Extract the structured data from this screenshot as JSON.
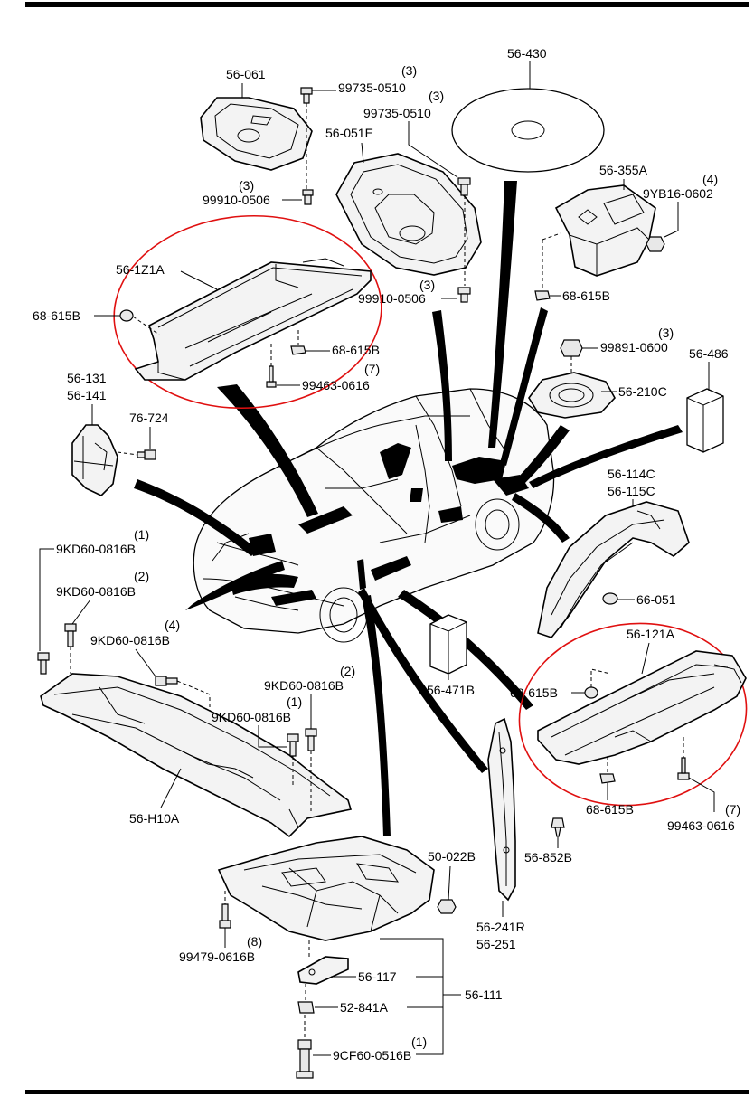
{
  "diagram": {
    "labels": {
      "p56_061": "56-061",
      "p99735_0510_a": "99735-0510",
      "q3_a": "(3)",
      "p99735_0510_b": "99735-0510",
      "q3_b": "(3)",
      "p56_430": "56-430",
      "p56_051e": "56-051E",
      "q3_c": "(3)",
      "p99910_0506_a": "99910-0506",
      "p56_355a": "56-355A",
      "q4_a": "(4)",
      "p9yb16_0602": "9YB16-0602",
      "p56_1z1a": "56-1Z1A",
      "p68_615b_a": "68-615B",
      "q3_d": "(3)",
      "p99910_0506_b": "99910-0506",
      "p68_615b_b": "68-615B",
      "p68_615b_c": "68-615B",
      "q7_a": "(7)",
      "p99463_0616_a": "99463-0616",
      "q3_e": "(3)",
      "p99891_0600": "99891-0600",
      "p56_486": "56-486",
      "p56_131": "56-131",
      "p56_141": "56-141",
      "p76_724": "76-724",
      "p56_210c": "56-210C",
      "p56_114c": "56-114C",
      "p56_115c": "56-115C",
      "q1_a": "(1)",
      "p9kd60_0816b_a": "9KD60-0816B",
      "q2_a": "(2)",
      "p9kd60_0816b_b": "9KD60-0816B",
      "q4_b": "(4)",
      "p9kd60_0816b_c": "9KD60-0816B",
      "p66_051": "66-051",
      "p56_121a": "56-121A",
      "q2_b": "(2)",
      "p9kd60_0816b_d": "9KD60-0816B",
      "q1_b": "(1)",
      "p9kd60_0816b_e": "9KD60-0816B",
      "p56_471b": "56-471B",
      "p68_615b_d": "68-615B",
      "p56_h10a": "56-H10A",
      "p68_615b_e": "68-615B",
      "q7_b": "(7)",
      "p99463_0616_b": "99463-0616",
      "p50_022b": "50-022B",
      "p56_852b": "56-852B",
      "p56_241r": "56-241R",
      "p56_251": "56-251",
      "q8": "(8)",
      "p99479_0616b": "99479-0616B",
      "p56_117": "56-117",
      "p56_111": "56-111",
      "p52_841a": "52-841A",
      "q1_c": "(1)",
      "p9cf60_0516b": "9CF60-0516B"
    }
  }
}
